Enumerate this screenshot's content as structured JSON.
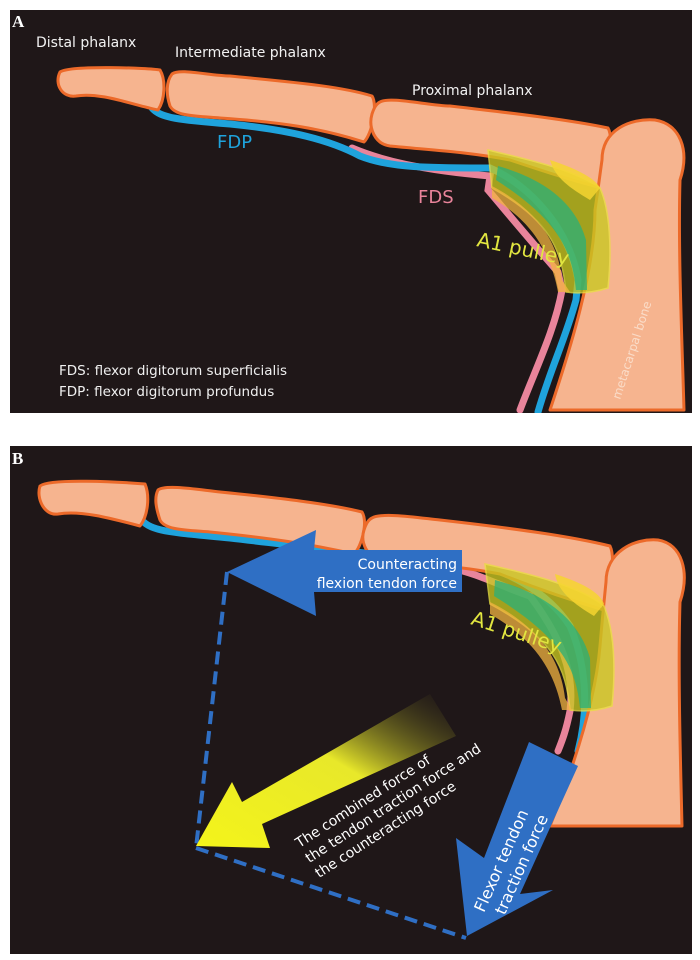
{
  "figure": {
    "colors": {
      "background": "#1f1718",
      "bone_fill": "#f6b48f",
      "bone_outline": "#ec6a2a",
      "fdp_tendon": "#1fa3dc",
      "fds_tendon": "#e9849b",
      "a1_pulley": "#c8c820",
      "force_arrow_blue": "#2f6fc4",
      "combined_force_yellow": "#f4f41a"
    },
    "panel_a": {
      "letter": "A",
      "labels": {
        "distal_phalanx": "Distal phalanx",
        "intermediate_phalanx": "Intermediate phalanx",
        "proximal_phalanx": "Proximal phalanx",
        "fdp": "FDP",
        "fds": "FDS",
        "a1_pulley": "A1 pulley",
        "metacarpal_bone": "metacarpal bone"
      },
      "legend": [
        "FDS: flexor digitorum superficialis",
        "FDP: flexor digitorum profundus"
      ]
    },
    "panel_b": {
      "letter": "B",
      "labels": {
        "a1_pulley": "A1 pulley"
      },
      "counteracting_force": [
        "Counteracting",
        "flexion tendon force"
      ],
      "combined_force": [
        "The combined force of",
        "the tendon traction force and",
        "the counteracting force"
      ],
      "traction_force": [
        "Flexor tendon",
        "traction force"
      ]
    }
  }
}
